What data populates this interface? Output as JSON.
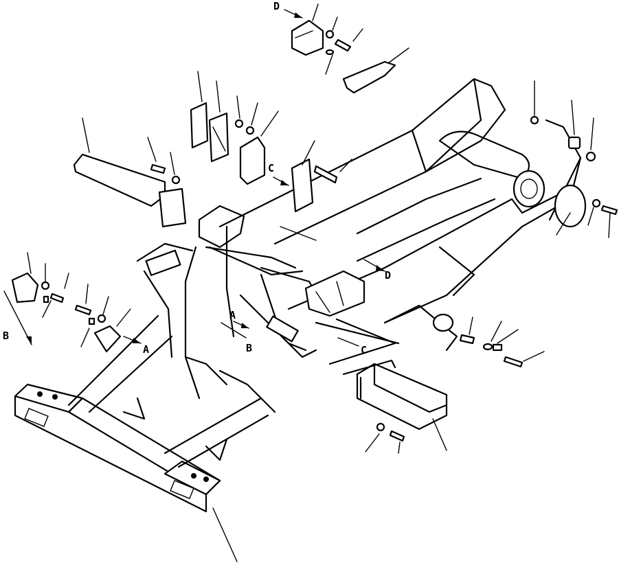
{
  "labels": {
    "d_top": "D",
    "d_right": "D",
    "c_top": "C",
    "c_mid": "C",
    "b_left": "B",
    "b_mid": "B",
    "a_left": "A",
    "a_mid": "A"
  }
}
